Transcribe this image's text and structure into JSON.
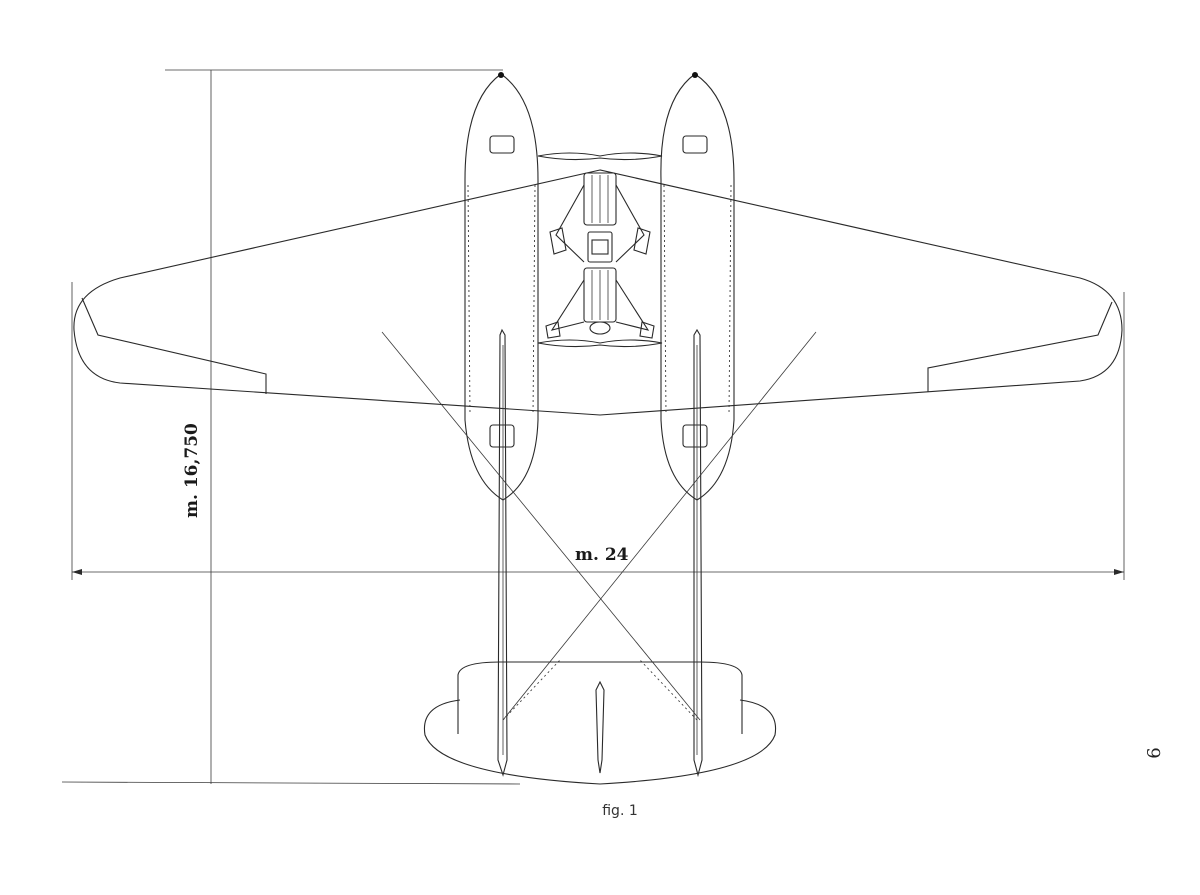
{
  "figure": {
    "span_label": "m. 24",
    "length_label": "m. 16,750",
    "caption": "fig. 1",
    "page_number": "6"
  }
}
